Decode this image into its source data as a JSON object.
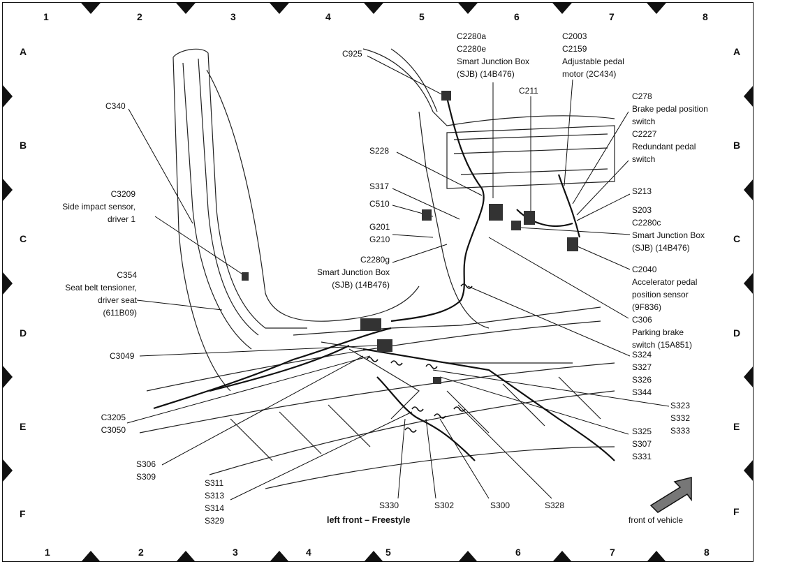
{
  "grid": {
    "columns": [
      "1",
      "2",
      "3",
      "4",
      "5",
      "6",
      "7",
      "8"
    ],
    "rows": [
      "A",
      "B",
      "C",
      "D",
      "E",
      "F"
    ]
  },
  "labels": {
    "c925": "C925",
    "c2280a": "C2280a\nC2280e\nSmart Junction Box\n(SJB) (14B476)",
    "c2003": "C2003\nC2159\nAdjustable pedal\nmotor (2C434)",
    "c211": "C211",
    "c278": "C278\nBrake pedal position\nswitch\nC2227\nRedundant pedal\nswitch",
    "c340": "C340",
    "s228": "S228",
    "s317": "S317",
    "c510": "C510",
    "g201": "G201\nG210",
    "c3209": "C3209\nSide impact sensor,\ndriver 1",
    "c2280g": "C2280g\nSmart Junction Box\n(SJB) (14B476)",
    "s213": "S213",
    "s203": "S203\nC2280c\nSmart Junction Box\n(SJB) (14B476)",
    "c354": "C354\nSeat belt tensioner,\ndriver seat\n(611B09)",
    "c2040": "C2040\nAccelerator pedal\nposition sensor\n(9F836)\nC306\nParking brake\nswitch (15A851)",
    "c3049": "C3049",
    "s324": "S324\nS327\nS326\nS344",
    "c3205": "C3205\nC3050",
    "s323": "S323\nS332\nS333",
    "s325": "S325\nS307\nS331",
    "s306": "S306\nS309",
    "s311": "S311\nS313\nS314\nS329",
    "s330": "S330",
    "s302": "S302",
    "s300": "S300",
    "s328": "S328"
  },
  "caption": "left front – Freestyle",
  "direction": {
    "label": "front of vehicle",
    "icon": "front-direction-arrow-icon"
  }
}
